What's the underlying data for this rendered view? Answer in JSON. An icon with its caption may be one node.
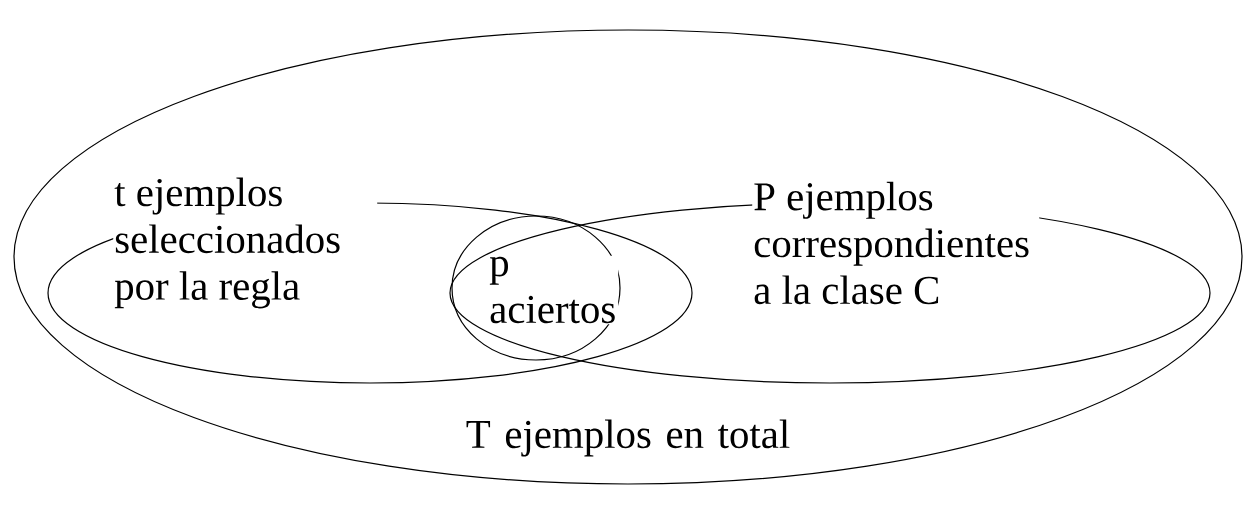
{
  "diagram": {
    "nodes": [
      {
        "text": [
          "T ejemplos en total"
        ]
      },
      {
        "text": [
          "t ejemplos seleccionados por la regla"
        ],
        "in": 0
      },
      {
        "text": [
          "P ejemplos correspondientes a la clase C"
        ],
        "in": 0
      },
      {
        "text": [
          "p aciertos"
        ]
      }
    ]
  }
}
